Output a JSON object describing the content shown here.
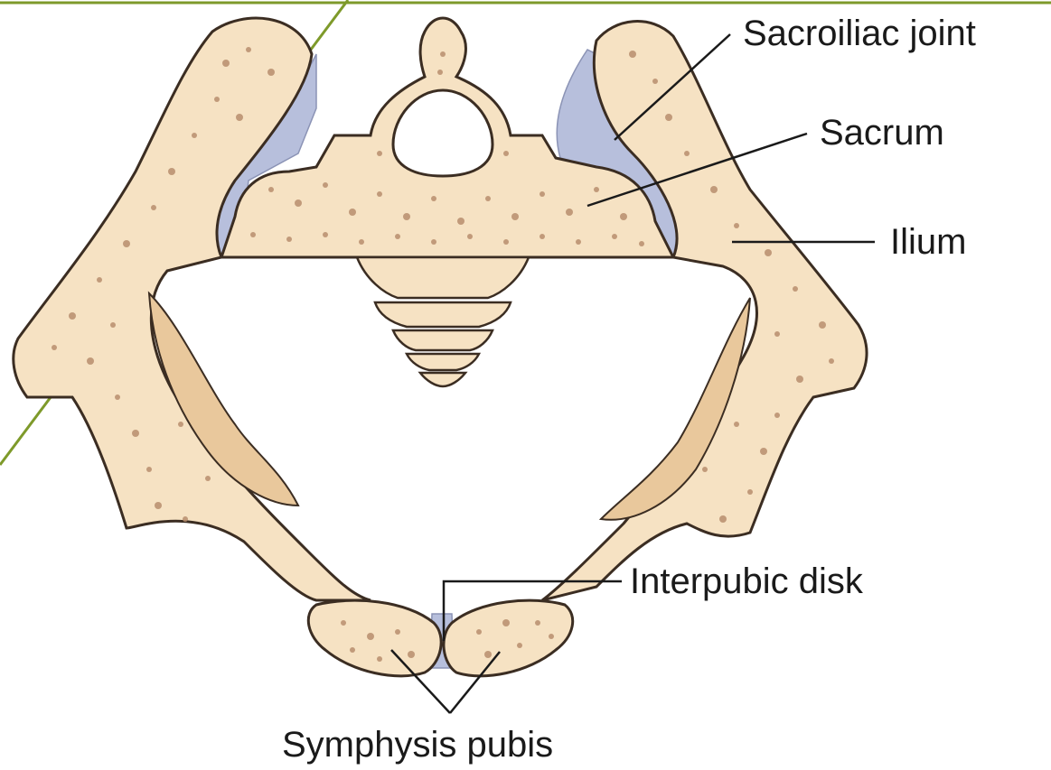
{
  "labels": {
    "sacroiliac_joint": "Sacroiliac joint",
    "sacrum": "Sacrum",
    "ilium": "Ilium",
    "interpubic_disk": "Interpubic disk",
    "symphysis_pubis": "Symphysis pubis"
  },
  "colors": {
    "bone": "#f6e2c3",
    "bone_shade": "#e9c89c",
    "bone_outline": "#3b2d22",
    "spongy_dots": "#b88e6e",
    "ligament": "#b7bfdc",
    "leader_line": "#1a1a1a",
    "accent_line": "#7e9a2a"
  }
}
